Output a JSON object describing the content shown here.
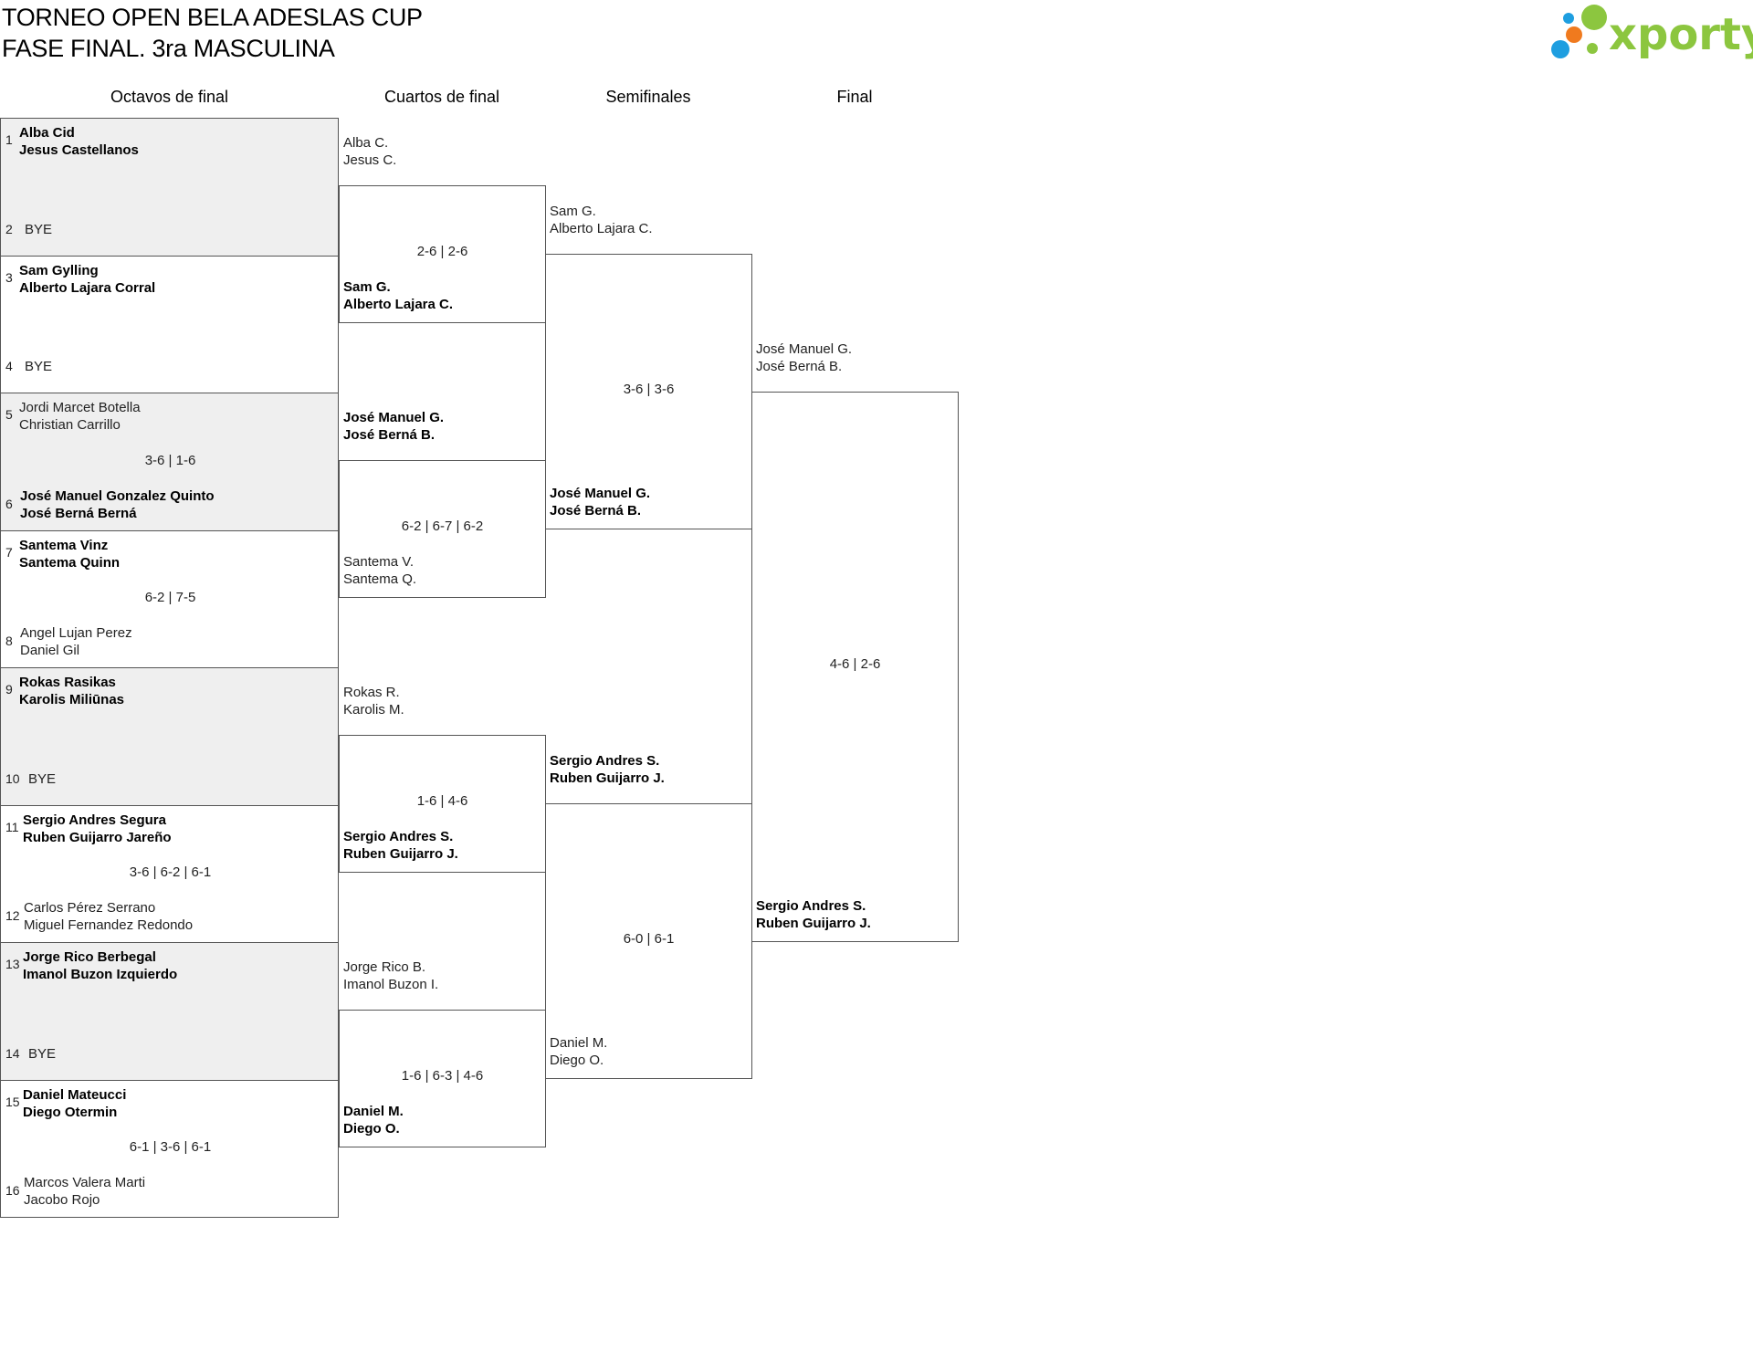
{
  "header": {
    "title_line1": "TORNEO OPEN BELA ADESLAS CUP",
    "title_line2": "FASE FINAL. 3ra MASCULINA",
    "logo_text": "xporty",
    "logo_colors": {
      "green": "#8cc63f",
      "blue": "#1e9ee0",
      "orange": "#f07a1e"
    }
  },
  "rounds": [
    "Octavos de final",
    "Cuartos de final",
    "Semifinales",
    "Final"
  ],
  "r16": [
    {
      "top": {
        "seed": "1",
        "p1": "Alba Cid",
        "p2": "Jesus Castellanos",
        "win": true
      },
      "bottom": {
        "seed": "2",
        "bye": "BYE"
      },
      "score": ""
    },
    {
      "top": {
        "seed": "3",
        "p1": "Sam Gylling",
        "p2": "Alberto Lajara Corral",
        "win": true
      },
      "bottom": {
        "seed": "4",
        "bye": "BYE"
      },
      "score": ""
    },
    {
      "top": {
        "seed": "5",
        "p1": "Jordi Marcet Botella",
        "p2": "Christian Carrillo",
        "win": false
      },
      "bottom": {
        "seed": "6",
        "p1": "José Manuel Gonzalez Quinto",
        "p2": "José Berná Berná",
        "win": true
      },
      "score": "3-6 | 1-6"
    },
    {
      "top": {
        "seed": "7",
        "p1": "Santema Vinz",
        "p2": "Santema Quinn",
        "win": true
      },
      "bottom": {
        "seed": "8",
        "p1": "Angel Lujan Perez",
        "p2": "Daniel Gil",
        "win": false
      },
      "score": "6-2 | 7-5"
    },
    {
      "top": {
        "seed": "9",
        "p1": "Rokas Rasikas",
        "p2": "Karolis Miliūnas",
        "win": true
      },
      "bottom": {
        "seed": "10",
        "bye": "BYE"
      },
      "score": ""
    },
    {
      "top": {
        "seed": "11",
        "p1": "Sergio Andres Segura",
        "p2": "Ruben Guijarro Jareño",
        "win": true
      },
      "bottom": {
        "seed": "12",
        "p1": "Carlos Pérez Serrano",
        "p2": "Miguel Fernandez Redondo",
        "win": false
      },
      "score": "3-6 | 6-2 | 6-1"
    },
    {
      "top": {
        "seed": "13",
        "p1": "Jorge Rico Berbegal",
        "p2": "Imanol Buzon Izquierdo",
        "win": true
      },
      "bottom": {
        "seed": "14",
        "bye": "BYE"
      },
      "score": ""
    },
    {
      "top": {
        "seed": "15",
        "p1": "Daniel Mateucci",
        "p2": "Diego Otermin",
        "win": true
      },
      "bottom": {
        "seed": "16",
        "p1": "Marcos Valera Marti",
        "p2": "Jacobo Rojo",
        "win": false
      },
      "score": "6-1 | 3-6 | 6-1"
    }
  ],
  "qf": [
    {
      "top": {
        "p1": "Alba C.",
        "p2": "Jesus C.",
        "win": false
      },
      "bottom": {
        "p1": "Sam G.",
        "p2": "Alberto Lajara C.",
        "win": true
      },
      "score": "2-6 | 2-6"
    },
    {
      "top": {
        "p1": "José Manuel G.",
        "p2": "José Berná B.",
        "win": true
      },
      "bottom": {
        "p1": "Santema V.",
        "p2": "Santema Q.",
        "win": false
      },
      "score": "6-2 | 6-7 | 6-2"
    },
    {
      "top": {
        "p1": "Rokas R.",
        "p2": "Karolis M.",
        "win": false
      },
      "bottom": {
        "p1": "Sergio Andres S.",
        "p2": "Ruben Guijarro J.",
        "win": true
      },
      "score": "1-6 | 4-6"
    },
    {
      "top": {
        "p1": "Jorge Rico B.",
        "p2": "Imanol Buzon I.",
        "win": false
      },
      "bottom": {
        "p1": "Daniel M.",
        "p2": "Diego O.",
        "win": true
      },
      "score": "1-6 | 6-3 | 4-6"
    }
  ],
  "sf": [
    {
      "top": {
        "p1": "Sam G.",
        "p2": "Alberto Lajara C.",
        "win": false
      },
      "bottom": {
        "p1": "José Manuel G.",
        "p2": "José Berná B.",
        "win": true
      },
      "score": "3-6 | 3-6"
    },
    {
      "top": {
        "p1": "Sergio Andres S.",
        "p2": "Ruben Guijarro J.",
        "win": true
      },
      "bottom": {
        "p1": "Daniel M.",
        "p2": "Diego O.",
        "win": false
      },
      "score": "6-0 | 6-1"
    }
  ],
  "final": [
    {
      "top": {
        "p1": "José Manuel G.",
        "p2": "José Berná B.",
        "win": false
      },
      "bottom": {
        "p1": "Sergio Andres S.",
        "p2": "Ruben Guijarro J.",
        "win": true
      },
      "score": "4-6 | 2-6"
    }
  ]
}
